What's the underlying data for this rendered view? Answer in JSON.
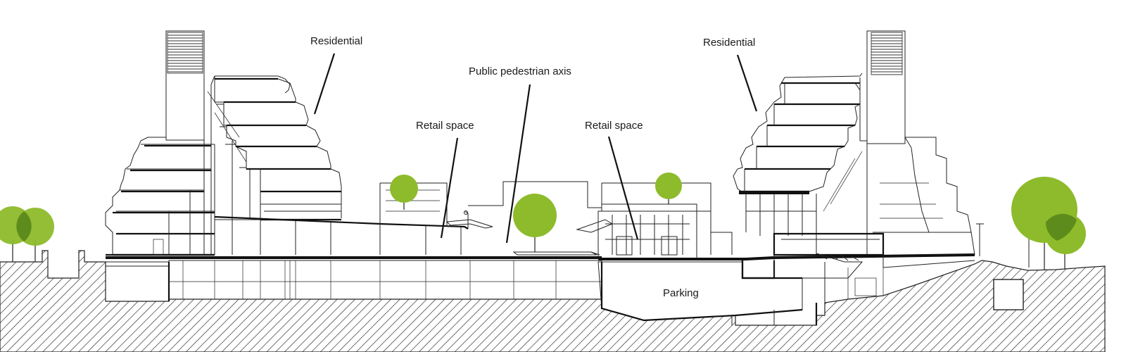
{
  "labels": {
    "residential_left": "Residential",
    "residential_right": "Residential",
    "public_axis": "Public pedestrian axis",
    "retail_left": "Retail space",
    "retail_right": "Retail space",
    "parking": "Parking"
  },
  "colors": {
    "tree_green": "#8dbb2b",
    "tree_dark": "#5e8c1c",
    "line": "#222222",
    "ground_hatch": "#333333",
    "background": "#ffffff"
  }
}
